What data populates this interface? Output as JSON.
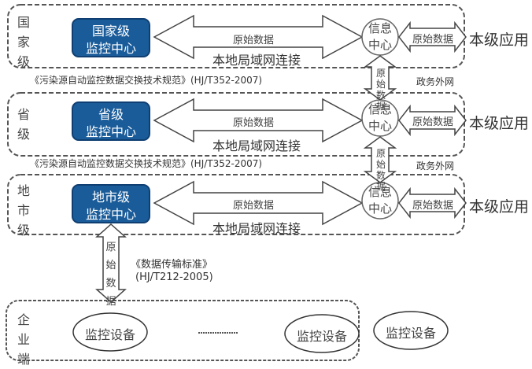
{
  "levels": [
    {
      "id": "national",
      "side_label": [
        "国",
        "家",
        "级"
      ],
      "center_name": [
        "国家级",
        "监控中心"
      ],
      "link_label": "原始数据",
      "lan_label": "本地局域网连接",
      "info_center": [
        "信息",
        "中心"
      ],
      "app_link_label": "原始数据",
      "app_label": "本级应用"
    },
    {
      "id": "provincial",
      "side_label": [
        "省",
        "级"
      ],
      "center_name": [
        "省级",
        "监控中心"
      ],
      "link_label": "原始数据",
      "lan_label": "本地局域网连接",
      "info_center": [
        "信息",
        "中心"
      ],
      "app_link_label": "原始数据",
      "app_label": "本级应用"
    },
    {
      "id": "municipal",
      "side_label": [
        "地",
        "市",
        "级"
      ],
      "center_name": [
        "地市级",
        "监控中心"
      ],
      "link_label": "原始数据",
      "lan_label": "本地局域网连接",
      "info_center": [
        "信息",
        "中心"
      ],
      "app_link_label": "原始数据",
      "app_label": "本级应用"
    }
  ],
  "inter_level": [
    {
      "standard": "《污染源自动监控数据交换技术规范》(HJ/T352-2007)",
      "data_label": [
        "原始",
        "数据"
      ],
      "network": "政务外网"
    },
    {
      "standard": "《污染源自动监控数据交换技术规范》(HJ/T352-2007)",
      "data_label": [
        "原始",
        "数据"
      ],
      "network": "政务外网"
    }
  ],
  "enterprise_link": {
    "data_label": [
      "原",
      "始",
      "数",
      "据"
    ],
    "standard_line1": "《数据传输标准》",
    "standard_line2": "(HJ/T212-2005)"
  },
  "enterprise": {
    "side_label": [
      "企",
      "业",
      "端"
    ],
    "devices": [
      "监控设备",
      "监控设备",
      "监控设备"
    ],
    "ellipsis": "………"
  }
}
